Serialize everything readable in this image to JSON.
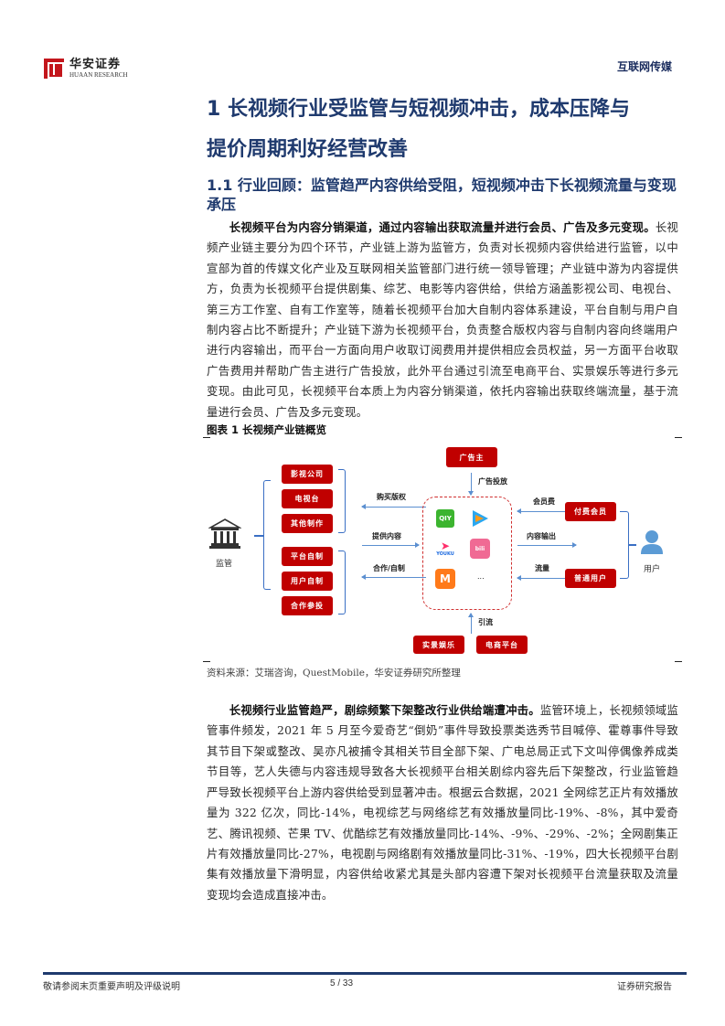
{
  "header": {
    "logo_cn": "华安证券",
    "logo_en": "HUAAN RESEARCH",
    "section_label": "互联网传媒"
  },
  "main": {
    "h1_line1": "1 长视频行业受监管与短视频冲击，成本压降与",
    "h1_line2": "提价周期利好经营改善",
    "h2": "1.1 行业回顾：监管趋严内容供给受阻，短视频冲击下长视频流量与变现承压",
    "para1_bold": "长视频平台为内容分销渠道，通过内容输出获取流量并进行会员、广告及多元变现。",
    "para1_text": "长视频产业链主要分为四个环节，产业链上游为监管方，负责对长视频内容供给进行监管，以中宣部为首的传媒文化产业及互联网相关监管部门进行统一领导管理；产业链中游为内容提供方，负责为长视频平台提供剧集、综艺、电影等内容供给，供给方涵盖影视公司、电视台、第三方工作室、自有工作室等，随着长视频平台加大自制内容体系建设，平台自制与用户自制内容占比不断提升；产业链下游为长视频平台，负责整合版权内容与自制内容向终端用户进行内容输出，而平台一方面向用户收取订阅费用并提供相应会员权益，另一方面平台收取广告费用并帮助广告主进行广告投放，此外平台通过引流至电商平台、实景娱乐等进行多元变现。由此可见，长视频平台本质上为内容分销渠道，依托内容输出获取终端流量，基于流量进行会员、广告及多元变现。",
    "figure_title": "图表 1 长视频产业链概览",
    "source": "资料来源：艾瑞咨询，QuestMobile，华安证券研究所整理",
    "para2_bold": "长视频行业监管趋严，剧综频繁下架整改行业供给端遭冲击。",
    "para2_text": "监管环境上，长视频领域监管事件频发，2021 年 5 月至今爱奇艺“倒奶”事件导致投票类选秀节目喊停、霍尊事件导致其节目下架或整改、吴亦凡被捕令其相关节目全部下架、广电总局正式下文叫停偶像养成类节目等，艺人失德与内容违规导致各大长视频平台相关剧综内容先后下架整改，行业监管趋严导致长视频平台上游内容供给受到显著冲击。根据云合数据，2021 全网综艺正片有效播放量为 322 亿次，同比-14%，电视综艺与网络综艺有效播放量同比-19%、-8%，其中爱奇艺、腾讯视频、芒果 TV、优酷综艺有效播放量同比-14%、-9%、-29%、-2%；全网剧集正片有效播放量同比-27%，电视剧与网络剧有效播放量同比-31%、-19%，四大长视频平台剧集有效播放量下滑明显，内容供给收紧尤其是头部内容遭下架对长视频平台流量获取及流量变现均会造成直接冲击。"
  },
  "diagram": {
    "regulator_label": "监管",
    "user_label": "用户",
    "supplier_boxes": [
      "影视公司",
      "电视台",
      "其他制作"
    ],
    "self_boxes": [
      "平台自制",
      "用户自制",
      "合作参投"
    ],
    "advertiser": "广告主",
    "ad_label": "广告投放",
    "buy_label": "购买版权",
    "provide_label": "提供内容",
    "coop_label": "合作/自制",
    "fee_label": "会员费",
    "output_label": "内容输出",
    "traffic_label": "流量",
    "paid_member": "付费会员",
    "normal_user": "普通用户",
    "divert_label": "引流",
    "bottom_boxes": [
      "实景娱乐",
      "电商平台"
    ],
    "apps": [
      "iQIYI",
      "Tencent Video",
      "YOUKU",
      "bilibili",
      "Mango TV",
      "..."
    ],
    "app_glyphs": {
      "iqiyi": "QIY",
      "youku": "YOUKU",
      "bili": "bili",
      "mango": "M",
      "more": "..."
    },
    "colors": {
      "red_box": "#c00000",
      "arrow": "#5b8fd0",
      "brace": "#3a6fc4",
      "dashed": "#d03030"
    }
  },
  "footer": {
    "left": "敬请参阅末页重要声明及评级说明",
    "page": "5 / 33",
    "right": "证券研究报告"
  }
}
